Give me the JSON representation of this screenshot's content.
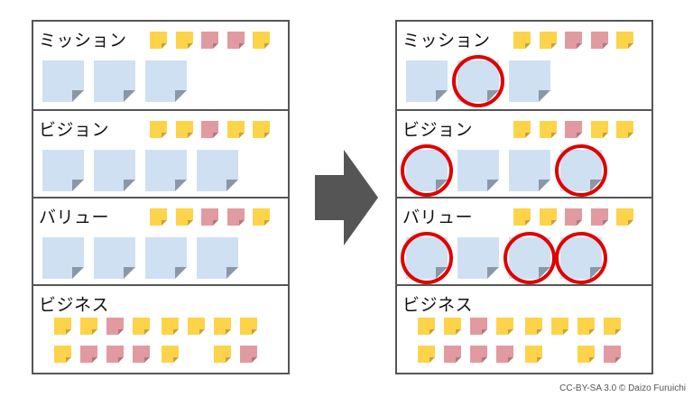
{
  "left_board": {
    "sections": [
      {
        "title": "ミッション",
        "stickies": [
          "y",
          "y",
          "p",
          "p",
          "y"
        ],
        "cards": 3,
        "circled": []
      },
      {
        "title": "ビジョン",
        "stickies": [
          "y",
          "y",
          "p",
          "y",
          "y"
        ],
        "cards": 4,
        "circled": []
      },
      {
        "title": "バリュー",
        "stickies": [
          "y",
          "y",
          "p",
          "p",
          "y"
        ],
        "cards": 4,
        "circled": []
      },
      {
        "title": "ビジネス",
        "stickies": [
          "y",
          "y",
          "p",
          "y",
          "y",
          "y",
          "y",
          "y",
          "y",
          "p",
          "p",
          "p",
          "y",
          "y",
          "p"
        ],
        "cards": 0,
        "circled": []
      }
    ]
  },
  "right_board": {
    "sections": [
      {
        "title": "ミッション",
        "stickies": [
          "y",
          "y",
          "p",
          "p",
          "y"
        ],
        "cards": 3,
        "circled": [
          1
        ]
      },
      {
        "title": "ビジョン",
        "stickies": [
          "y",
          "y",
          "p",
          "y",
          "y"
        ],
        "cards": 4,
        "circled": [
          0,
          3
        ]
      },
      {
        "title": "バリュー",
        "stickies": [
          "y",
          "y",
          "p",
          "p",
          "y"
        ],
        "cards": 4,
        "circled": [
          0,
          2,
          3
        ]
      },
      {
        "title": "ビジネス",
        "stickies": [
          "y",
          "y",
          "p",
          "y",
          "y",
          "y",
          "y",
          "y",
          "y",
          "p",
          "p",
          "p",
          "y",
          "y",
          "p"
        ],
        "cards": 0,
        "circled": []
      }
    ]
  },
  "colors": {
    "sticky_yellow": "#fdd34a",
    "sticky_pink": "#e19aa0",
    "card_blue": "#cfe0f3",
    "circle_red": "#e00000",
    "arrow_gray": "#555555"
  },
  "arrow": {
    "icon": "right-arrow-icon"
  },
  "credit": "CC-BY-SA 3.0 © Daizo Furuichi"
}
